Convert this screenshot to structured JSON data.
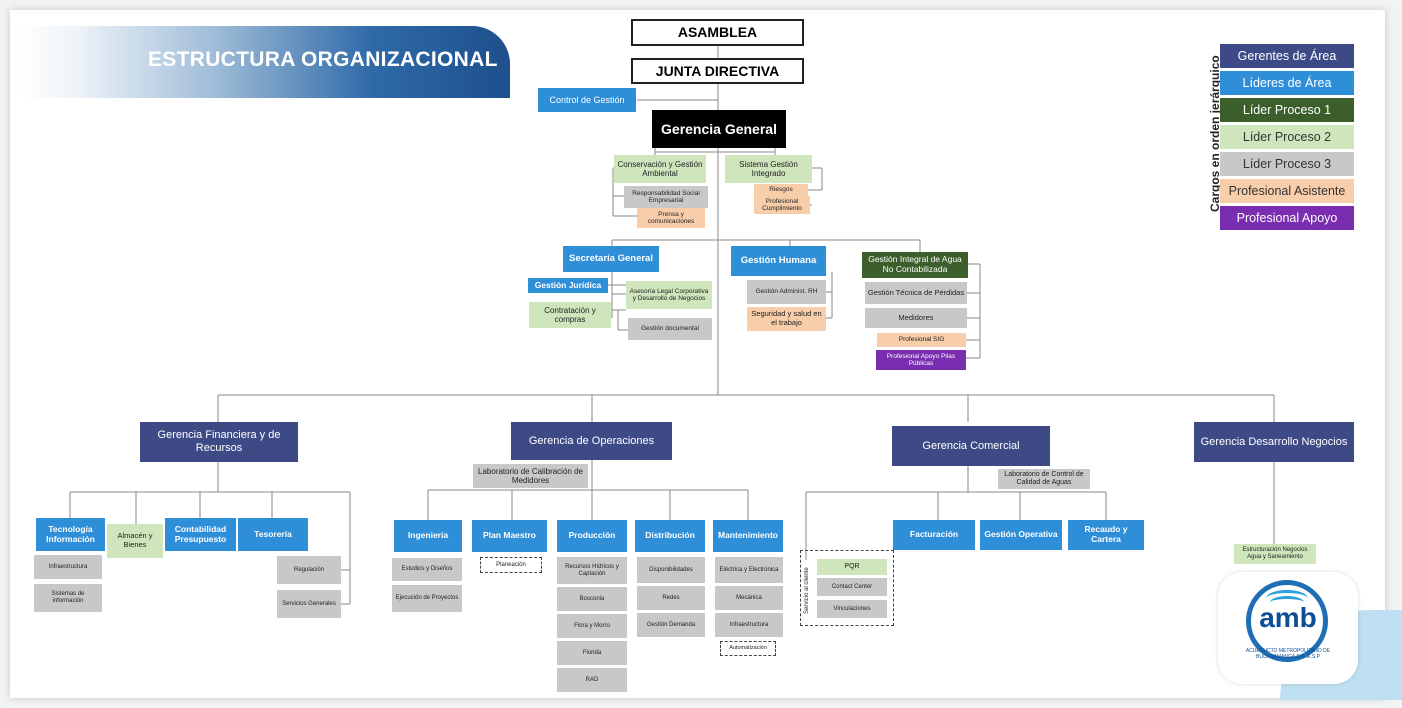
{
  "title": "ESTRUCTURA ORGANIZACIONAL",
  "top": {
    "asamblea": "ASAMBLEA",
    "junta": "JUNTA DIRECTIVA",
    "control": "Control de Gestión",
    "gerencia_general": "Gerencia General"
  },
  "gg_staff": {
    "conservacion": "Conservación y Gestión Ambiental",
    "responsabilidad": "Responsabilidad Social Empresarial",
    "prensa": "Prensa y comunicaciones",
    "sistema": "Sistema Gestión Integrado",
    "riesgos": "Riesgos",
    "profesional_cumplimiento": "Profesional Cumplimiento"
  },
  "secretaria": {
    "title": "Secretaría General",
    "juridica": "Gestión Jurídica",
    "asesoria": "Asesoría Legal Corporativa y Desarrollo de Negocios",
    "contratacion": "Contratación y compras",
    "documental": "Gestión documental"
  },
  "humana": {
    "title": "Gestión Humana",
    "administ": "Gestión Administ. RH",
    "seguridad": "Seguridad y salud en el trabajo"
  },
  "agua": {
    "title": "Gestión Integral de Agua No Contabilizada",
    "tecnica": "Gestión Técnica de Pérdidas",
    "medidores": "Medidores",
    "sig": "Profesional SIG",
    "apoyo": "Profesional Apoyo Pilas Públicas"
  },
  "financiera": {
    "title": "Gerencia Financiera y de Recursos",
    "tecnologia": "Tecnología Información",
    "almacen": "Almacén y Bienes",
    "contabilidad": "Contabilidad Presupuesto",
    "tesoreria": "Tesorería",
    "infraestructura": "Infraestructura",
    "sistemas": "Sistemas de información",
    "regulacion": "Regulación",
    "servicios": "Servicios Generales"
  },
  "operaciones": {
    "title": "Gerencia de Operaciones",
    "laboratorio": "Laboratorio de Calibración de Medidores",
    "ingenieria": "Ingeniería",
    "plan": "Plan Maestro",
    "produccion": "Producción",
    "distribucion": "Distribución",
    "mantenimiento": "Mantenimiento",
    "estudios": "Estudios y Diseños",
    "ejecucion": "Ejecución de Proyectos",
    "planeacion": "Planeación",
    "recursos": "Recursos Hídricos y Captación",
    "bosconia": "Bosconia",
    "flora": "Flora y Morro",
    "florida": "Florida",
    "rad": "RAD",
    "disponibilidades": "Disponibilidades",
    "redes": "Redes",
    "demanda": "Gestión Demanda",
    "electrica": "Eléctrica y Electrónica",
    "mecanica": "Mecánica",
    "infra": "Infraestructura",
    "automatizacion": "Automatización"
  },
  "comercial": {
    "title": "Gerencia Comercial",
    "laboratorio": "Laboratorio de Control de Calidad de Aguas",
    "facturacion": "Facturación",
    "operativa": "Gestión Operativa",
    "recaudo": "Recaudo y Cartera",
    "servicio": "Servicio al cliente",
    "pqr": "PQR",
    "contact": "Contact Center",
    "vinculaciones": "Vinculaciones"
  },
  "desarrollo": {
    "title": "Gerencia Desarrollo Negocios",
    "estructuracion": "Estructuración Negocios Agua y Saneamiento"
  },
  "legend": {
    "title": "Cargos en orden jerárquico",
    "items": [
      {
        "label": "Gerentes de Área",
        "color": "#3d4a86"
      },
      {
        "label": "Líderes de Área",
        "color": "#2f8ed8"
      },
      {
        "label": "Líder Proceso 1",
        "color": "#3b5e2a"
      },
      {
        "label": "Líder Proceso 2",
        "color": "#cfe6bc"
      },
      {
        "label": "Líder Proceso 3",
        "color": "#c8c8c8"
      },
      {
        "label": "Profesional Asistente",
        "color": "#f8cdaa"
      },
      {
        "label": "Profesional Apoyo",
        "color": "#7a2db0"
      }
    ]
  },
  "logo": {
    "name": "amb",
    "subtitle": "ACUEDUCTO METROPOLITANO DE BUCARAMANGA S.A. E.S.P"
  }
}
